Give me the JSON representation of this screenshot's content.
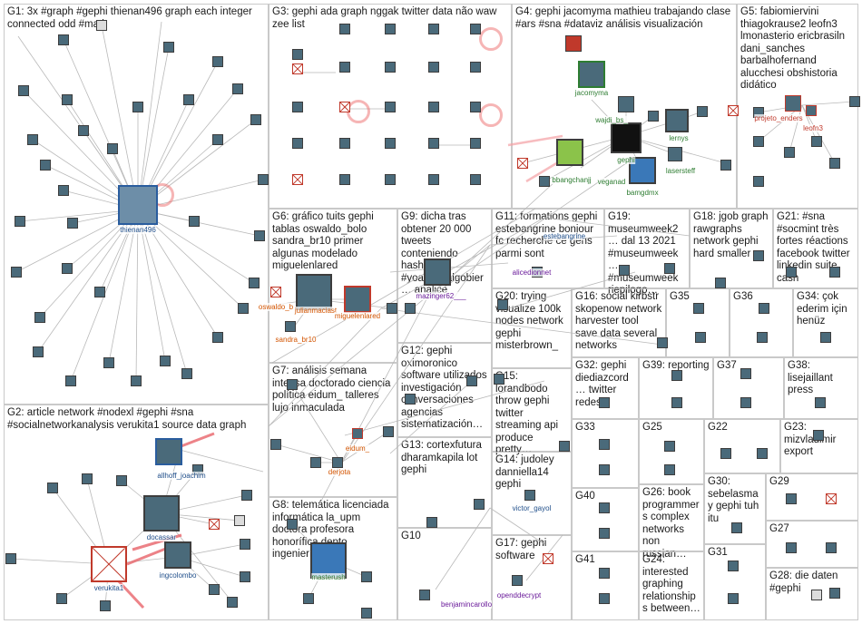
{
  "groups": [
    {
      "id": "g1",
      "label": "G1: 3x #graph #gephi thienan496 graph each integer connected odd #math"
    },
    {
      "id": "g2",
      "label": "G2: article network #nodexl #gephi #sna #socialnetworkanalysis verukita1 source data graph"
    },
    {
      "id": "g3",
      "label": "G3: gephi ada graph nggak twitter data não waw zee list"
    },
    {
      "id": "g4",
      "label": "G4: gephi jacomyma mathieu trabajando clase #ars #sna #dataviz análisis visualización"
    },
    {
      "id": "g5",
      "label": "G5: fabiomiervini thiagokrause2 leofn3 lmonasterio ericbrasiln dani_sanches barbalhofernand alucchesi obshistoria didático"
    },
    {
      "id": "g6",
      "label": "G6: gráfico tuits gephi tablas oswaldo_bolo sandra_br10 primer algunas modelado miguelenlared"
    },
    {
      "id": "g7",
      "label": "G7: análisis semana intensa doctorado ciencia política eidum_ talleres lujo inmaculada"
    },
    {
      "id": "g8",
      "label": "G8: telemática licenciada informática la_upm doctora profesora honorífica depto ingeniería uc3m"
    },
    {
      "id": "g9",
      "label": "G9: dicha tras obtener 20 000 tweets conteniendo hashtag #yoapoyoalgobier… analice"
    },
    {
      "id": "g10",
      "label": "G10"
    },
    {
      "id": "g11",
      "label": "G11: formations gephi estebangrine bonjour fc recherche ce gens parmi sont"
    },
    {
      "id": "g12",
      "label": "G12: gephi oximoronico software utilizados investigación conversaciones agencias sistematización…"
    },
    {
      "id": "g13",
      "label": "G13: cortexfutura dharamkapila lot gephi"
    },
    {
      "id": "g14",
      "label": "G14: judoley danniella14 gephi"
    },
    {
      "id": "g15",
      "label": "G15: lorandbodo throw gephi twitter streaming api produce pretty…"
    },
    {
      "id": "g16",
      "label": "G16: social kirbstr skopenow network harvester tool save data several networks"
    },
    {
      "id": "g17",
      "label": "G17: gephi software"
    },
    {
      "id": "g18",
      "label": "G18: jgob graph rawgraphs network gephi hard smaller"
    },
    {
      "id": "g19",
      "label": "G19: museumweek2… dal 13 2021 #museumweek… #museumweek riepilogo…"
    },
    {
      "id": "g20",
      "label": "G20: trying visualize 100k nodes network gephi misterbrown_"
    },
    {
      "id": "g21",
      "label": "G21: #sna #socmint très fortes réactions facebook twitter linkedin suite cash"
    },
    {
      "id": "g22",
      "label": "G22"
    },
    {
      "id": "g23",
      "label": "G23: mizvladimir export"
    },
    {
      "id": "g24",
      "label": "G24: interested graphing relationships between…"
    },
    {
      "id": "g25",
      "label": "G25"
    },
    {
      "id": "g26",
      "label": "G26: book programmers complex networks non russian…"
    },
    {
      "id": "g27",
      "label": "G27"
    },
    {
      "id": "g28",
      "label": "G28: die daten #gephi"
    },
    {
      "id": "g29",
      "label": "G29"
    },
    {
      "id": "g30",
      "label": "G30: sebelasmay gephi tuh itu"
    },
    {
      "id": "g31",
      "label": "G31"
    },
    {
      "id": "g32",
      "label": "G32: gephi diediazcord… twitter redes"
    },
    {
      "id": "g33",
      "label": "G33"
    },
    {
      "id": "g34",
      "label": "G34: çok ederim için henüz"
    },
    {
      "id": "g35",
      "label": "G35"
    },
    {
      "id": "g36",
      "label": "G36"
    },
    {
      "id": "g37",
      "label": "G37"
    },
    {
      "id": "g38",
      "label": "G38: lisejaillant press"
    },
    {
      "id": "g39",
      "label": "G39: reporting"
    },
    {
      "id": "g40",
      "label": "G40"
    },
    {
      "id": "g41",
      "label": "G41"
    }
  ],
  "node_labels": {
    "thienan496": "thienan496",
    "allhoff_joachim": "allhoff_joachim",
    "docassar": "docassar",
    "ingcolombo": "ingcolombo",
    "verukita1": "verukita1",
    "jacomyma": "jacomyma",
    "wajdi_bs": "wajdi_bs_",
    "lernys": "lernys",
    "gephi": "gephi",
    "veganad": "veganad",
    "bbangchanjj": "bbangchanjj",
    "lasersteff": "lasersteff",
    "bamgdmx": "bamgdmx",
    "projeto_enders": "projeto_enders",
    "leofn3": "leofn3",
    "oswaldo_b": "oswaldo_b",
    "julianmaciast": "julianmaciast",
    "miguelenlared": "miguelenlared",
    "sandra_br10": "sandra_br10",
    "mazinger62": "mazinger62___",
    "alicedionnet": "alicedionnet",
    "estebangrine": "estebangrine",
    "eidum": "eidum_",
    "derjota": "derjota",
    "masterush": "masterush",
    "victor_gayol": "victor_gayol",
    "benjamincarollo": "benjamincarollo",
    "openddecrypt": "openddecrypt"
  },
  "icons": [
    "user-avatar-icon",
    "loop-edge-icon",
    "red-cross-icon"
  ]
}
